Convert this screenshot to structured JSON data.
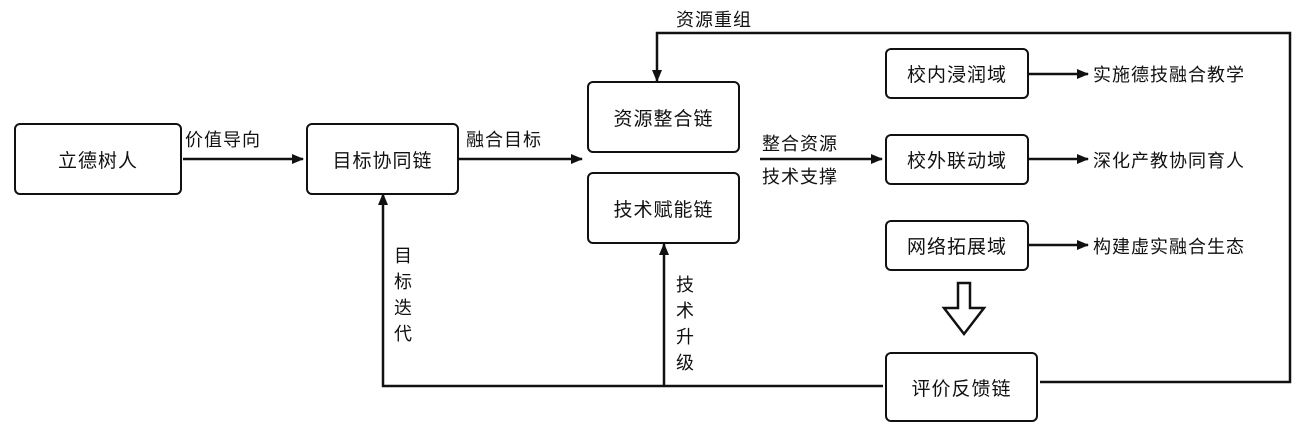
{
  "nodes": {
    "lideshuren": "立德树人",
    "mubiao_xietong": "目标协同链",
    "ziyuan_zhenghe": "资源整合链",
    "jishu_funeng": "技术赋能链",
    "xiaonei": "校内浸润域",
    "xiaowai": "校外联动域",
    "wangluo": "网络拓展域",
    "pingjia": "评价反馈链"
  },
  "outcomes": {
    "xiaonei": "实施德技融合教学",
    "xiaowai": "深化产教协同育人",
    "wangluo": "构建虚实融合生态"
  },
  "edge_labels": {
    "jiazhi_daoxiang": "价值导向",
    "ronghe_mubiao": "融合目标",
    "zhenghe_ziyuan": "整合资源",
    "jishu_zhicheng": "技术支撑",
    "ziyuan_chongzu": "资源重组",
    "mubiao_diedai": "目标迭代",
    "jishu_shengji": "技术升级"
  }
}
